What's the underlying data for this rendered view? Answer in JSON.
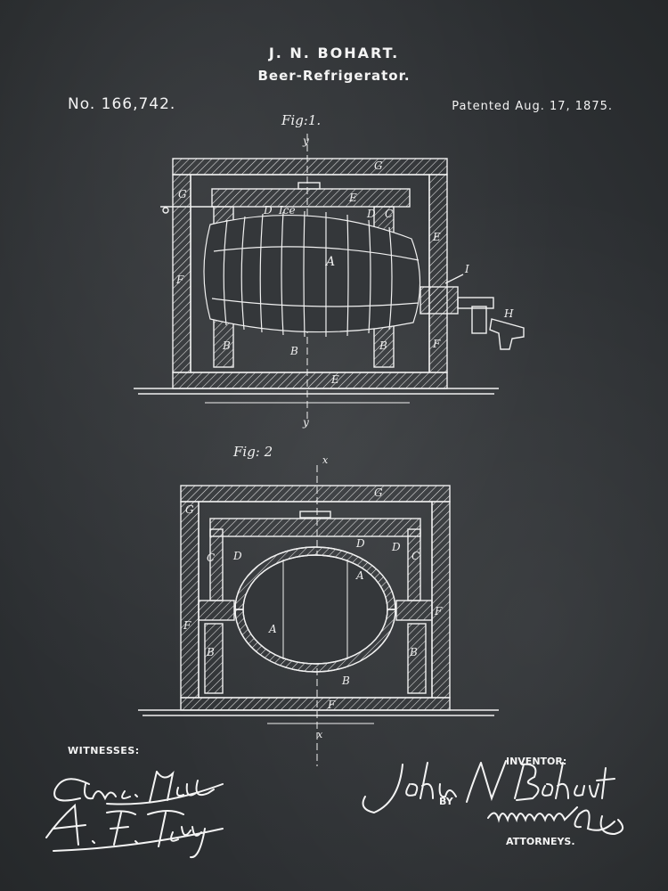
{
  "header": {
    "inventor_name": "J. N. BOHART.",
    "title": "Beer-Refrigerator.",
    "patent_number": "No. 166,742.",
    "patent_date": "Patented Aug. 17, 1875."
  },
  "figure1": {
    "label": "Fig:1.",
    "section_mark": "y",
    "labels": {
      "A": "A",
      "B": "B",
      "C": "C",
      "D": "D",
      "E": "E",
      "F": "F",
      "G": "G",
      "H": "H",
      "I": "I",
      "ice": "Ice"
    }
  },
  "figure2": {
    "label": "Fig: 2",
    "section_mark": "x",
    "labels": {
      "A": "A",
      "B": "B",
      "C": "C",
      "D": "D",
      "F": "F",
      "G": "G"
    }
  },
  "footer": {
    "witnesses_label": "WITNESSES:",
    "inventor_label": "INVENTOR:",
    "by_label": "BY",
    "attorneys_label": "ATTORNEYS."
  },
  "colors": {
    "background": "#2f3235",
    "ink": "#f2f2f2"
  }
}
